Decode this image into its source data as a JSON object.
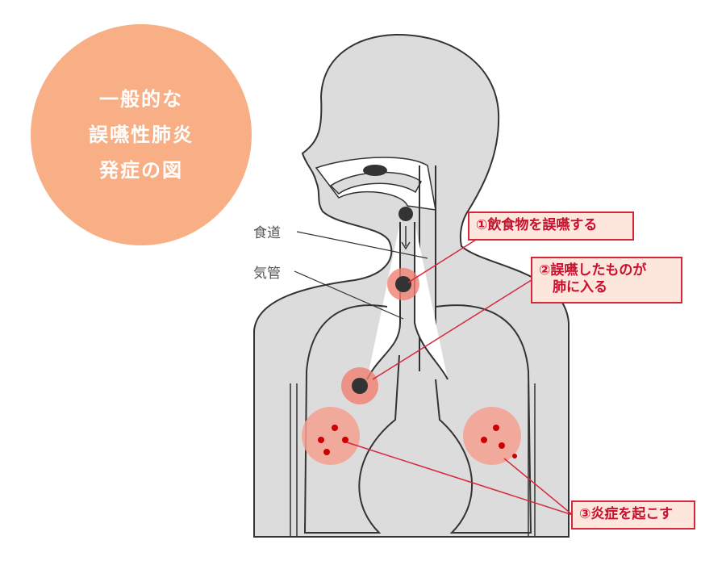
{
  "badge": {
    "lines": [
      "一般的な",
      "誤嚥性肺炎",
      "発症の図"
    ]
  },
  "labels": {
    "esophagus": "食道",
    "trachea": "気管"
  },
  "callouts": [
    {
      "lines": [
        "①飲食物を誤嚥する"
      ]
    },
    {
      "lines": [
        "②誤嚥したものが",
        "　肺に入る"
      ]
    },
    {
      "lines": [
        "③炎症を起こす"
      ]
    }
  ],
  "colors": {
    "badge": "#f8af86",
    "callout_border": "#d6283c",
    "callout_bg": "#fde6dc",
    "body": "#dcdcdc",
    "inflammation": "#f08070"
  }
}
